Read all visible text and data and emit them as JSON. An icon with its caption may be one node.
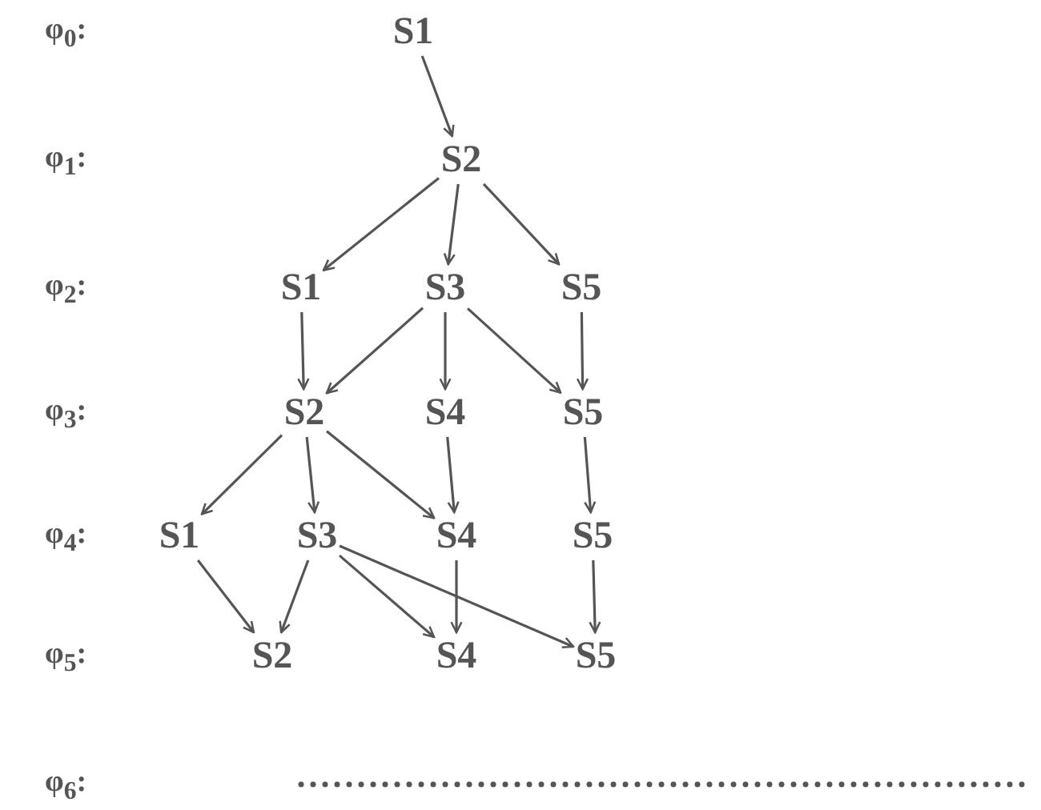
{
  "diagram": {
    "nodes": [
      {
        "text": [
          "S1"
        ]
      },
      {
        "text": [
          "S2"
        ]
      },
      {
        "text": [
          "S1"
        ]
      },
      {
        "text": [
          "S3"
        ]
      },
      {
        "text": [
          "S5"
        ]
      },
      {
        "text": [
          "S2"
        ]
      },
      {
        "text": [
          "S4"
        ]
      },
      {
        "text": [
          "S5"
        ]
      },
      {
        "text": [
          "S1"
        ]
      },
      {
        "text": [
          "S3"
        ]
      },
      {
        "text": [
          "S4"
        ]
      },
      {
        "text": [
          "S5"
        ]
      },
      {
        "text": [
          "S2"
        ]
      },
      {
        "text": [
          "S4"
        ]
      },
      {
        "text": [
          "S5"
        ]
      }
    ],
    "edges": [
      {
        "from": 0,
        "to": 1,
        "arrow": "to"
      },
      {
        "from": 1,
        "to": 2,
        "arrow": "to"
      },
      {
        "from": 1,
        "to": 3,
        "arrow": "to"
      },
      {
        "from": 1,
        "to": 4,
        "arrow": "to"
      },
      {
        "from": 2,
        "to": 5,
        "arrow": "to"
      },
      {
        "from": 3,
        "to": 5,
        "arrow": "to"
      },
      {
        "from": 3,
        "to": 6,
        "arrow": "to"
      },
      {
        "from": 3,
        "to": 7,
        "arrow": "to"
      },
      {
        "from": 4,
        "to": 7,
        "arrow": "to"
      },
      {
        "from": 5,
        "to": 8,
        "arrow": "to"
      },
      {
        "from": 5,
        "to": 9,
        "arrow": "to"
      },
      {
        "from": 5,
        "to": 10,
        "arrow": "to"
      },
      {
        "from": 6,
        "to": 10,
        "arrow": "to"
      },
      {
        "from": 7,
        "to": 11,
        "arrow": "to"
      },
      {
        "from": 8,
        "to": 12,
        "arrow": "to"
      },
      {
        "from": 9,
        "to": 12,
        "arrow": "to"
      },
      {
        "from": 9,
        "to": 13,
        "arrow": "to"
      },
      {
        "from": 9,
        "to": 14,
        "arrow": "to"
      },
      {
        "from": 10,
        "to": 13,
        "arrow": "to"
      },
      {
        "from": 11,
        "to": 14,
        "arrow": "to"
      }
    ],
    "labels": [
      "φ$_{0}$:",
      "φ$_{1}$:",
      "φ$_{2}$:",
      "φ$_{3}$:",
      "φ$_{4}$:",
      "φ$_{5}$:",
      "φ$_{6}$:"
    ]
  }
}
